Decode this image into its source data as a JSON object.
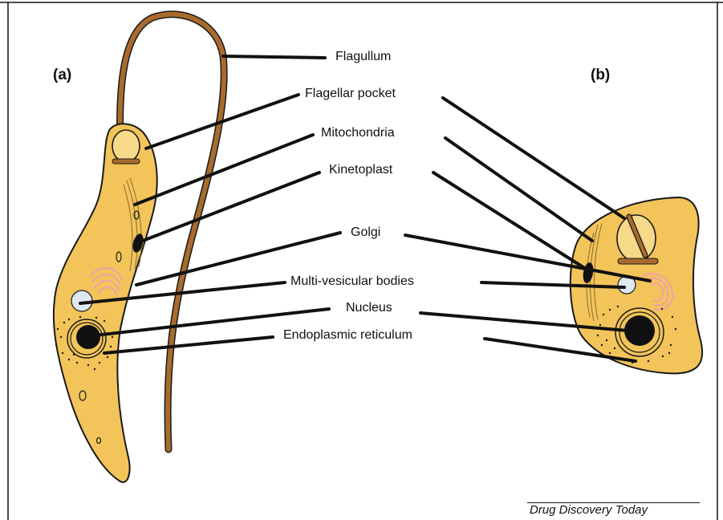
{
  "panels": {
    "a": "(a)",
    "b": "(b)"
  },
  "labels": {
    "flagellum": "Flagullum",
    "flagellar_pocket": "Flagellar pocket",
    "mitochondria": "Mitochondria",
    "kinetoplast": "Kinetoplast",
    "golgi": "Golgi",
    "mvb": "Multi-vesicular bodies",
    "nucleus": "Nucleus",
    "er": "Endoplasmic reticulum"
  },
  "credit": "Drug Discovery Today",
  "colors": {
    "cell_fill": "#f2c45a",
    "cell_outline": "#1a1a1a",
    "flagellum": "#a86b2d",
    "golgi": "#f0a0a8",
    "vesicle": "#dde8f2",
    "leader": "#111111"
  }
}
